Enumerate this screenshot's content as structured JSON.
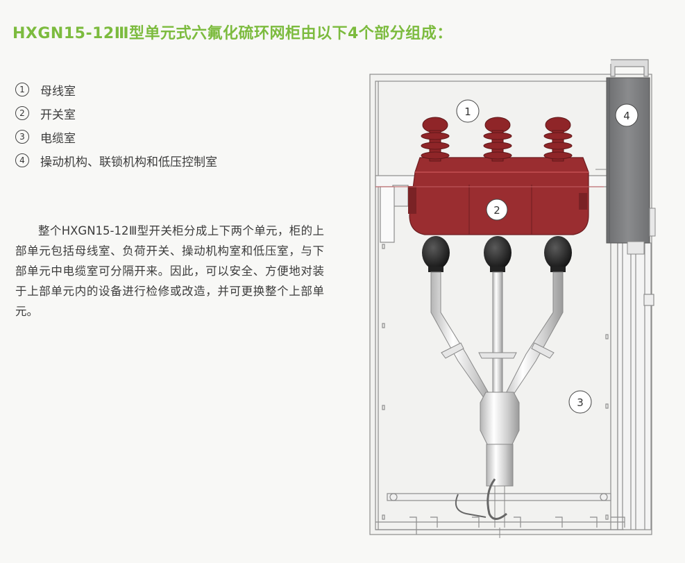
{
  "page": {
    "title": "HXGN15-12Ⅲ型单元式六氟化硫环网柜由以下4个部分组成："
  },
  "legend": {
    "items": [
      {
        "num": "1",
        "label": "母线室"
      },
      {
        "num": "2",
        "label": "开关室"
      },
      {
        "num": "3",
        "label": "电缆室"
      },
      {
        "num": "4",
        "label": "操动机构、联锁机构和低压控制室"
      }
    ]
  },
  "description": {
    "text": "整个HXGN15-12Ⅲ型开关柜分成上下两个单元，柜的上部单元包括母线室、负荷开关、操动机构室和低压室，与下部单元中电缆室可分隔开来。因此，可以安全、方便地对装于上部单元内的设备进行检修或改造，并可更换整个上部单元。"
  },
  "diagram": {
    "callouts": [
      "1",
      "2",
      "3",
      "4"
    ],
    "colors": {
      "switch_body": "#9a2d30",
      "insulator": "#8f2528",
      "control_box": "#77787a",
      "cable_boot": "#1b1b1b",
      "frame_line": "#8a8a8a"
    }
  }
}
